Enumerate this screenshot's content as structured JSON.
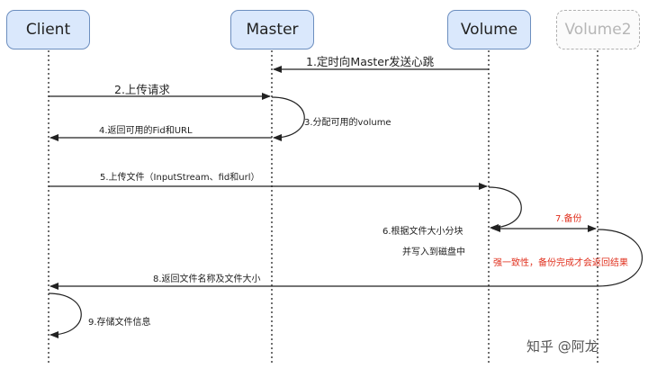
{
  "participants": {
    "client": "Client",
    "master": "Master",
    "volume": "Volume",
    "volume2": "Volume2"
  },
  "messages": {
    "m1": "1.定时向Master发送心跳",
    "m2": "2.上传请求",
    "m3": "3.分配可用的volume",
    "m4": "4.返回可用的Fid和URL",
    "m5": "5.上传文件（InputStream、fid和url）",
    "m6a": "6.根据文件大小分块",
    "m6b": "并写入到磁盘中",
    "m7": "7.备份",
    "m7note": "强一致性，备份完成才会返回结果",
    "m8": "8.返回文件名称及文件大小",
    "m9": "9.存储文件信息"
  },
  "watermark": "知乎 @阿龙",
  "colors": {
    "participant_fill": "#dae8fc",
    "participant_border": "#6c8ebf",
    "note_red": "#e0301e",
    "line": "#222222"
  }
}
